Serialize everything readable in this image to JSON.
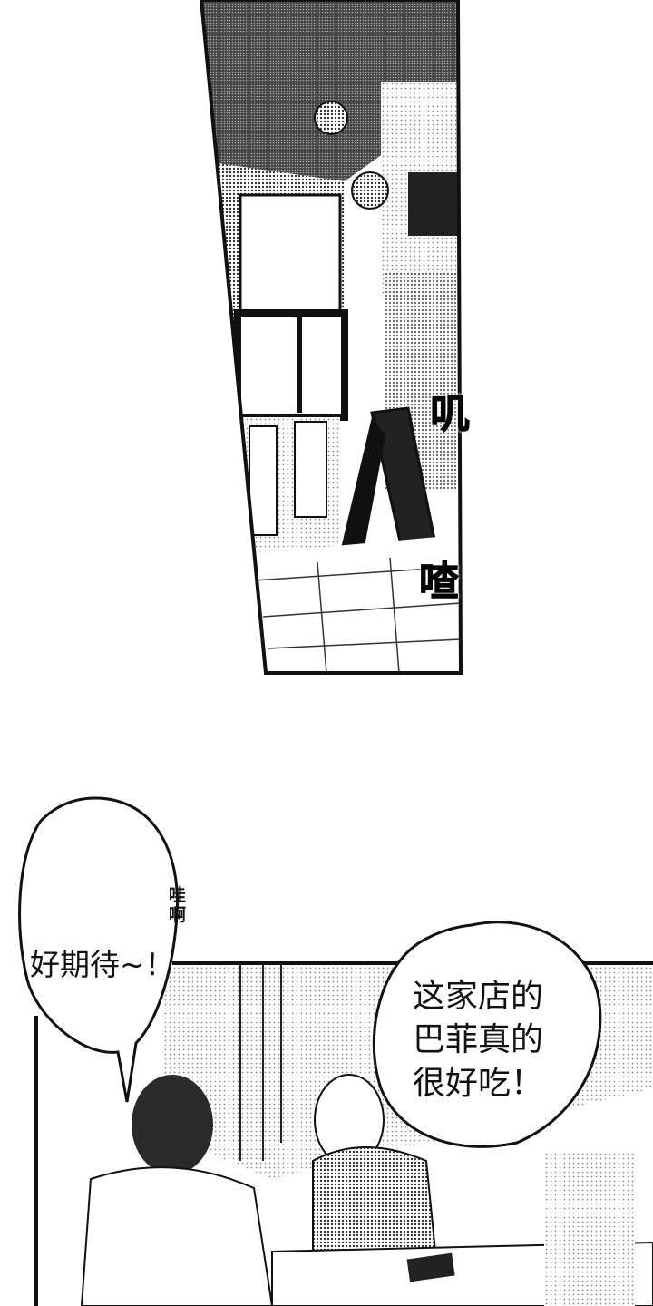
{
  "panel_top": {
    "sfx_top": "叽",
    "sfx_bottom": "喳"
  },
  "panel_bottom": {
    "left_bubble": {
      "small_text": "哇啊",
      "main_text": "好期待~！"
    },
    "right_bubble": {
      "lines": [
        "这家店的",
        "巴菲真的",
        "很好吃！"
      ]
    }
  },
  "colors": {
    "ink": "#111111",
    "tone": "#8a8a8a",
    "paper": "#ffffff"
  }
}
